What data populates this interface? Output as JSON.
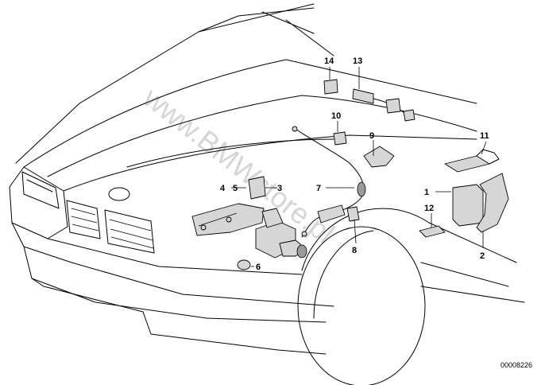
{
  "callouts": [
    "1",
    "2",
    "3",
    "4",
    "5",
    "6",
    "7",
    "8",
    "9",
    "10",
    "11",
    "12",
    "13",
    "14"
  ],
  "watermark": "www.BMWstore.pl",
  "catalog_number": "00008226"
}
